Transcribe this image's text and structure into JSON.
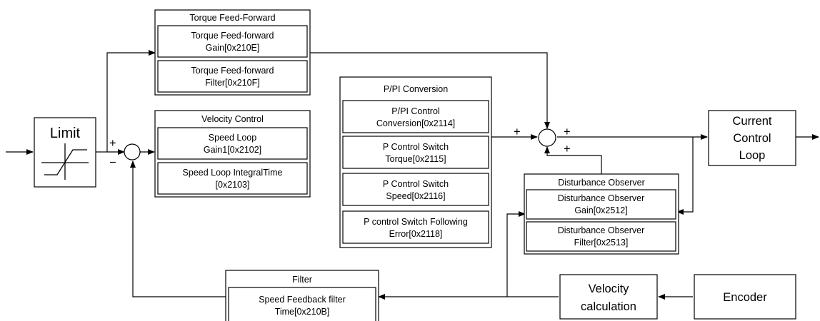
{
  "torque_ff": {
    "title": "Torque Feed-Forward",
    "gain": [
      "Torque Feed-forward",
      "Gain[0x210E]"
    ],
    "filter": [
      "Torque Feed-forward",
      "Filter[0x210F]"
    ]
  },
  "velocity_control": {
    "title": "Velocity Control",
    "gain": [
      "Speed Loop",
      "Gain1[0x2102]"
    ],
    "integral": [
      "Speed Loop IntegralTime",
      "[0x2103]"
    ]
  },
  "ppi": {
    "title": "P/PI Conversion",
    "items": [
      [
        "P/PI Control",
        "Conversion[0x2114]"
      ],
      [
        "P Control Switch",
        "Torque[0x2115]"
      ],
      [
        "P Control Switch",
        "Speed[0x2116]"
      ],
      [
        "P control Switch Following",
        "Error[0x2118]"
      ]
    ]
  },
  "disturbance": {
    "title": "Disturbance Observer",
    "gain": [
      "Disturbance Observer",
      "Gain[0x2512]"
    ],
    "filter": [
      "Disturbance Observer",
      "Filter[0x2513]"
    ]
  },
  "filter": {
    "title": "Filter",
    "item": [
      "Speed Feedback filter",
      "Time[0x210B]"
    ]
  },
  "limit": {
    "label": "Limit"
  },
  "current_loop": {
    "lines": [
      "Current",
      "Control",
      "Loop"
    ]
  },
  "velocity_calc": {
    "lines": [
      "Velocity",
      "calculation"
    ]
  },
  "encoder": {
    "label": "Encoder"
  },
  "signs": {
    "sum1_plus": "+",
    "sum1_minus": "−",
    "sum2_plus_left": "+",
    "sum2_plus_right": "+",
    "sum2_plus_bottom": "+"
  }
}
